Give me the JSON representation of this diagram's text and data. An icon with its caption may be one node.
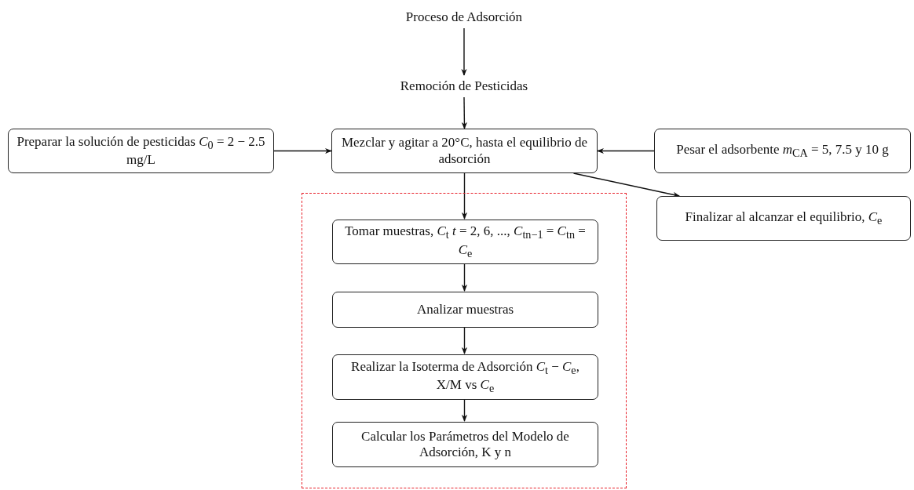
{
  "diagram": {
    "nodes": [
      {
        "text": [
          "Proceso de Adsorción"
        ]
      },
      {
        "text": [
          "Remoción de Pesticidas"
        ]
      },
      {
        "text": [
          "Preparar la solución de pesticidas *C*$_{0}$ = 2 − 2.5 mg/L"
        ]
      },
      {
        "text": [
          "Mezclar y agitar a 20°C, hasta el equilibrio de adsorción"
        ]
      },
      {
        "text": [
          "Pesar el adsorbente *m*$_{CA}$ = 5, 7.5 y 10 g"
        ]
      },
      {
        "text": [],
        "shape": "box"
      },
      {
        "text": [
          "Finalizar al alcanzar el equilibrio, *C*$_{e}$"
        ]
      },
      {
        "text": [
          "Tomar muestras, *C*$_{t}$ *t* = 2, 6, ..., *C*$_{tn−1}$ = *C*$_{tn}$ = *C*$_{e}$"
        ],
        "in": 5
      },
      {
        "text": [
          "Analizar muestras"
        ],
        "in": 5
      },
      {
        "text": [
          "Realizar la Isoterma de Adsorción *C*$_{t}$ − *C*$_{e}$, X/M vs *C*$_{e}$"
        ],
        "in": 5
      },
      {
        "text": [
          "Calcular los Parámetros del Modelo de Adsorción, K y n"
        ],
        "in": 5
      }
    ],
    "edges": [
      {
        "from": 0,
        "to": 1,
        "arrow": "to"
      },
      {
        "from": 1,
        "to": 3,
        "arrow": "to"
      },
      {
        "from": 2,
        "to": 3,
        "arrow": "to"
      },
      {
        "from": 4,
        "to": 3,
        "arrow": "to"
      },
      {
        "from": 3,
        "to": 6,
        "arrow": "to"
      },
      {
        "from": 3,
        "to": 7,
        "arrow": "to"
      },
      {
        "from": 7,
        "to": 8,
        "arrow": "to"
      },
      {
        "from": 8,
        "to": 9,
        "arrow": "to"
      },
      {
        "from": 9,
        "to": 10,
        "arrow": "to"
      }
    ]
  }
}
